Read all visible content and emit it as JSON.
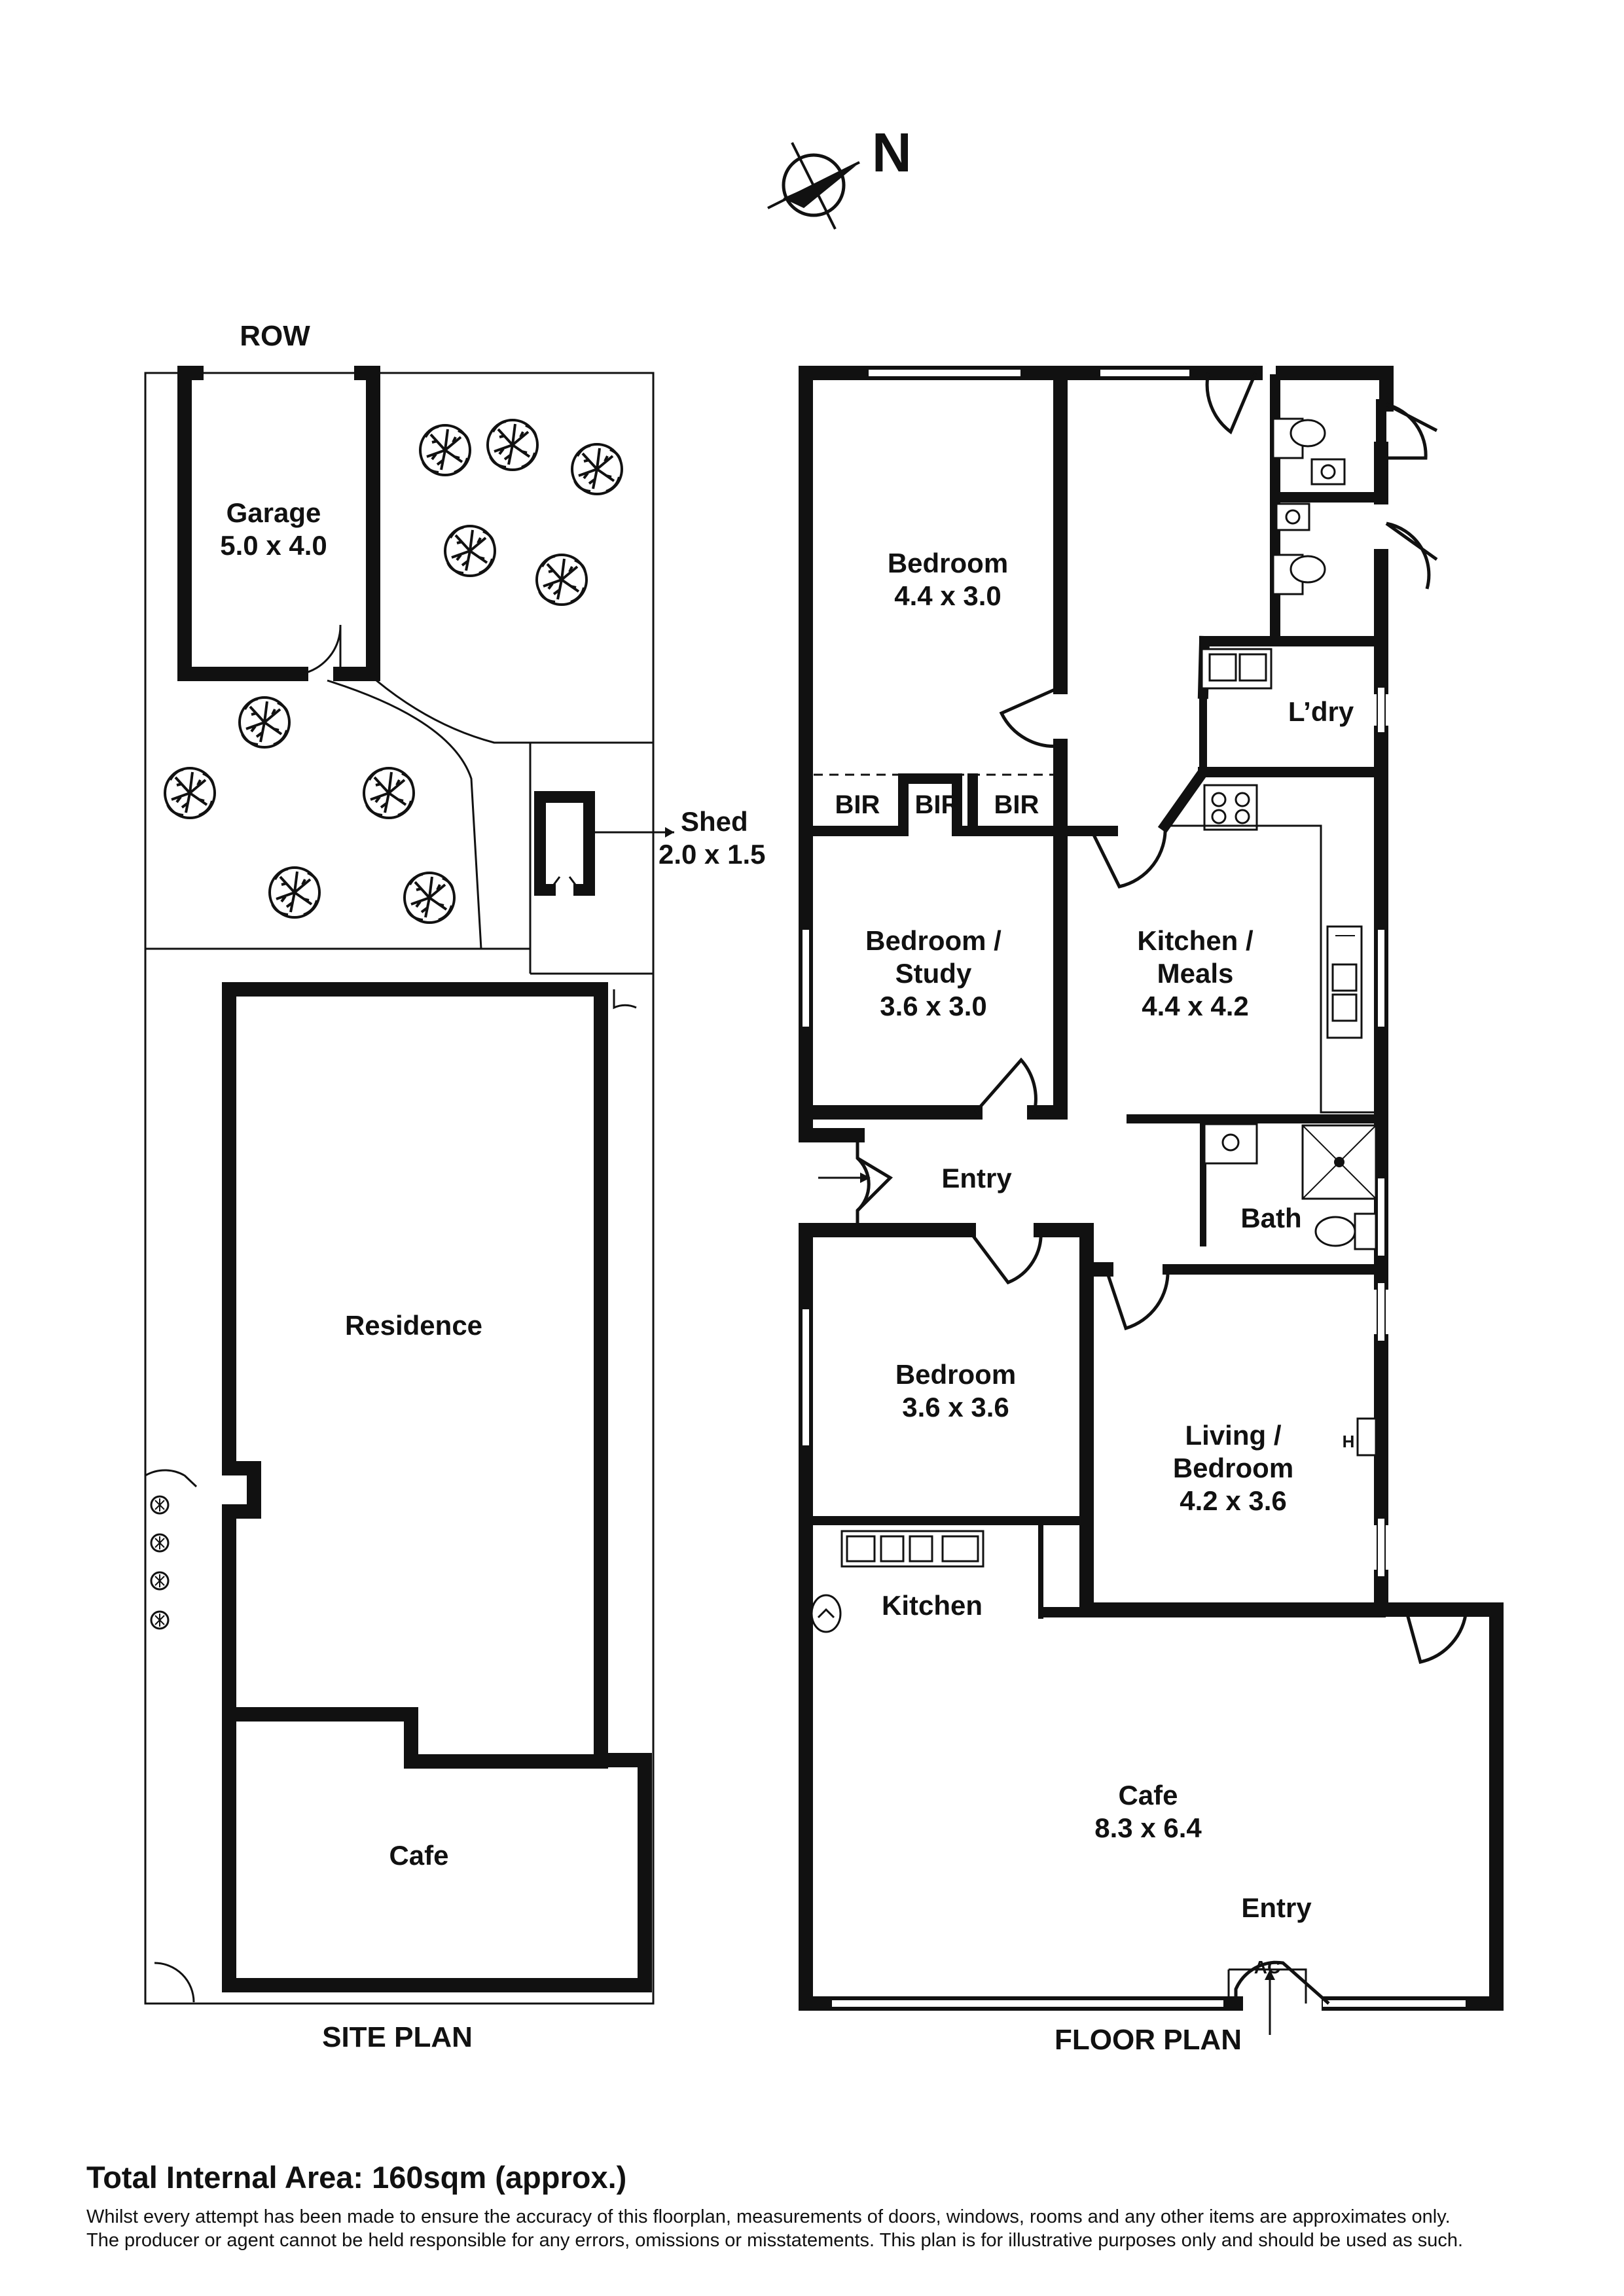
{
  "compass": {
    "label": "N"
  },
  "site_plan": {
    "row_label": "ROW",
    "garage": {
      "name": "Garage",
      "size": "5.0 x 4.0"
    },
    "shed": {
      "name": "Shed",
      "size": "2.0 x 1.5"
    },
    "residence": "Residence",
    "cafe": "Cafe",
    "caption": "SITE PLAN"
  },
  "floor_plan": {
    "caption": "FLOOR PLAN",
    "rooms": {
      "bedroom1": {
        "name": "Bedroom",
        "size": "4.4 x 3.0"
      },
      "bir": "BIR",
      "bedroom_study": {
        "name1": "Bedroom /",
        "name2": "Study",
        "size": "3.6 x 3.0"
      },
      "kitchen_meals": {
        "name1": "Kitchen /",
        "name2": "Meals",
        "size": "4.4 x 4.2"
      },
      "ldry": "L’dry",
      "entry": "Entry",
      "bath": "Bath",
      "bedroom2": {
        "name": "Bedroom",
        "size": "3.6 x 3.6"
      },
      "living_bedroom": {
        "name1": "Living /",
        "name2": "Bedroom",
        "size": "4.2 x 3.6"
      },
      "heater": "H",
      "kitchen": "Kitchen",
      "cafe": {
        "name": "Cafe",
        "size": "8.3 x 6.4"
      },
      "cafe_entry": "Entry",
      "ac": "AC"
    }
  },
  "footer": {
    "total_area": "Total Internal Area: 160sqm (approx.)",
    "disclaimer_line1": "Whilst every attempt has been made to ensure the accuracy of this floorplan, measurements of doors, windows, rooms and any other items are approximates only.",
    "disclaimer_line2": "The producer or agent cannot be held responsible for any errors, omissions or misstatements. This plan is for illustrative purposes only and should be used as such."
  }
}
